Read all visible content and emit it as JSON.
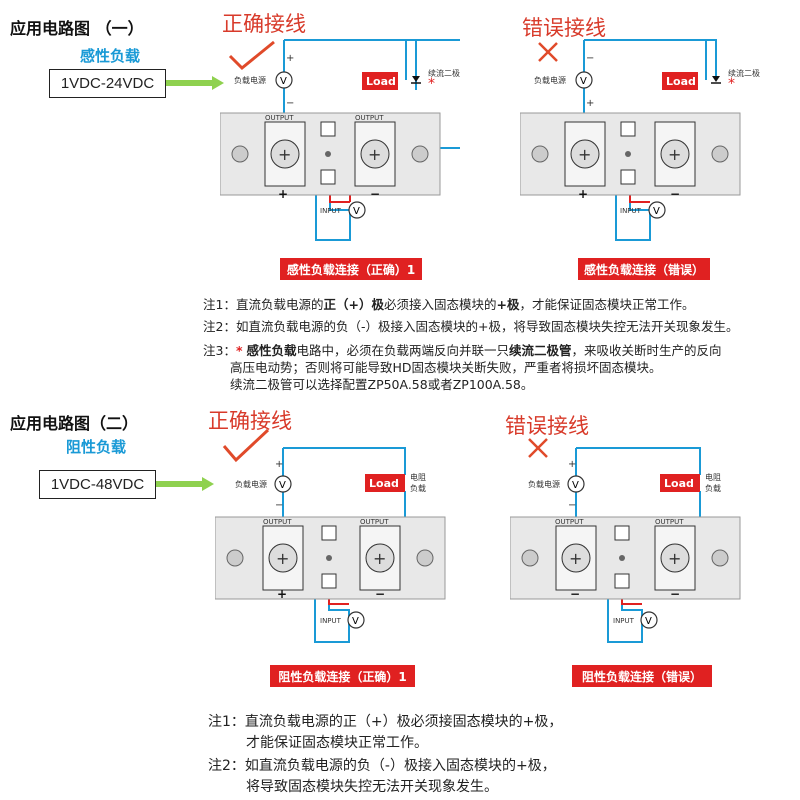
{
  "section1": {
    "title": "应用电路图 （一）",
    "load_type": "感性负载",
    "voltage_range": "1VDC-24VDC"
  },
  "section2": {
    "title": "应用电路图（二）",
    "load_type": "阻性负载",
    "voltage_range": "1VDC-48VDC"
  },
  "labels": {
    "correct": "正确接线",
    "wrong": "错误接线",
    "load_power": "负载电源",
    "load": "Load",
    "diode": "续流二极管",
    "resistive_load": "电阻负载",
    "output": "OUTPUT",
    "input": "INPUT",
    "plus": "+",
    "minus": "−",
    "v": "V",
    "star": "*"
  },
  "captions": {
    "inductive_correct": "感性负载连接（正确）1",
    "inductive_wrong": "感性负载连接（错误）",
    "resistive_correct": "阻性负载连接（正确）1",
    "resistive_wrong": "阻性负载连接（错误）"
  },
  "notes1": {
    "n1_a": "注1：直流负载电源的",
    "n1_b": "正（+）极",
    "n1_c": "必须接入固态模块的",
    "n1_d": "+极",
    "n1_e": "，才能保证固态模块正常工作。",
    "n2": "注2：如直流负载电源的负（-）极接入固态模块的+极，将导致固态模块失控无法开关现象发生。",
    "n3_a": "注3：",
    "n3_star": "*",
    "n3_b": "感性负载",
    "n3_c": "电路中，必须在负载两端反向并联一只",
    "n3_d": "续流二极管",
    "n3_e": "，来吸收关断时生产的反向",
    "n3_line2": "高压电动势；否则将可能导致HD固态模块关断失败，严重者将损坏固态模块。",
    "n3_line3": "续流二极管可以选择配置ZP50A.58或者ZP100A.58。"
  },
  "notes2": {
    "n1_line1": "注1：直流负载电源的正（+）极必须接固态模块的+极，",
    "n1_line2": "才能保证固态模块正常工作。",
    "n2_line1": "注2：如直流负载电源的负（-）极接入固态模块的+极，",
    "n2_line2": "将导致固态模块失控无法开关现象发生。"
  },
  "colors": {
    "wire_blue": "#1a9ad6",
    "wire_red": "#e02121",
    "correct_mark": "#e04a2a",
    "wrong_mark": "#e04a2a",
    "range_arrow": "#8fd14f"
  }
}
